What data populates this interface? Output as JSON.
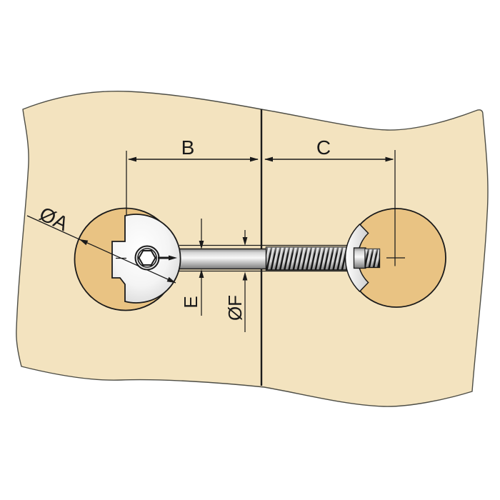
{
  "drawing": {
    "description": "Cross-section technical diagram of a furniture connecting bolt joining two wooden panels, fixed with a cross-dowel barrel nut",
    "labels": {
      "hole_diameter": "ØA",
      "left_panel_span": "B",
      "right_panel_span": "C",
      "shaft_diameter": "E",
      "drill_diameter": "ØF"
    }
  },
  "colors": {
    "background": "#ffffff",
    "panel_wood": "#f3e3bf",
    "panel_edge": "#4d4d45",
    "drill_hole_tan": "#e9c383",
    "outline": "#1a1a1a",
    "fitting_white": "#ffffff",
    "metal_light": "#f5f5f5",
    "metal_dark": "#707070"
  }
}
